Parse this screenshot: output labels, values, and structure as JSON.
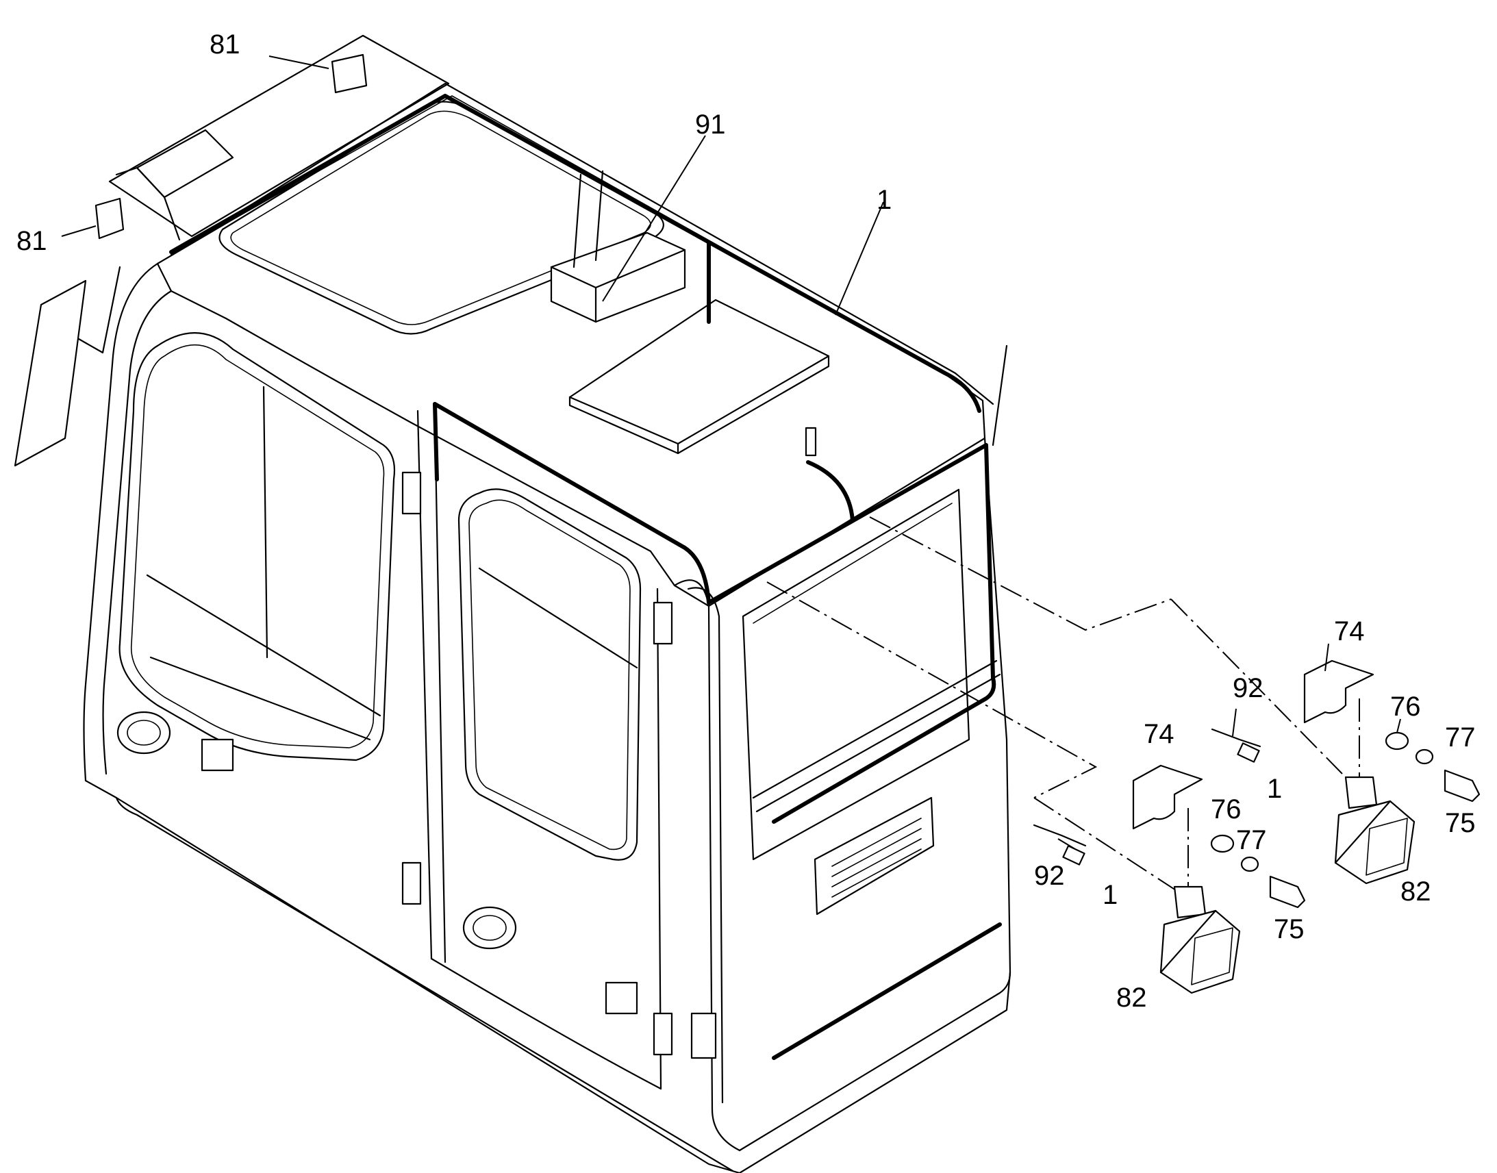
{
  "callouts": [
    {
      "id": "c81a",
      "text": "81"
    },
    {
      "id": "c81b",
      "text": "81"
    },
    {
      "id": "c91",
      "text": "91"
    },
    {
      "id": "c1top",
      "text": "1"
    },
    {
      "id": "c74a",
      "text": "74"
    },
    {
      "id": "c92a",
      "text": "92"
    },
    {
      "id": "c76a",
      "text": "76"
    },
    {
      "id": "c77a",
      "text": "77"
    },
    {
      "id": "c1a",
      "text": "1"
    },
    {
      "id": "c75a",
      "text": "75"
    },
    {
      "id": "c82a",
      "text": "82"
    },
    {
      "id": "c74b",
      "text": "74"
    },
    {
      "id": "c76b",
      "text": "76"
    },
    {
      "id": "c77b",
      "text": "77"
    },
    {
      "id": "c92b",
      "text": "92"
    },
    {
      "id": "c1b",
      "text": "1"
    },
    {
      "id": "c75b",
      "text": "75"
    },
    {
      "id": "c82b",
      "text": "82"
    }
  ]
}
